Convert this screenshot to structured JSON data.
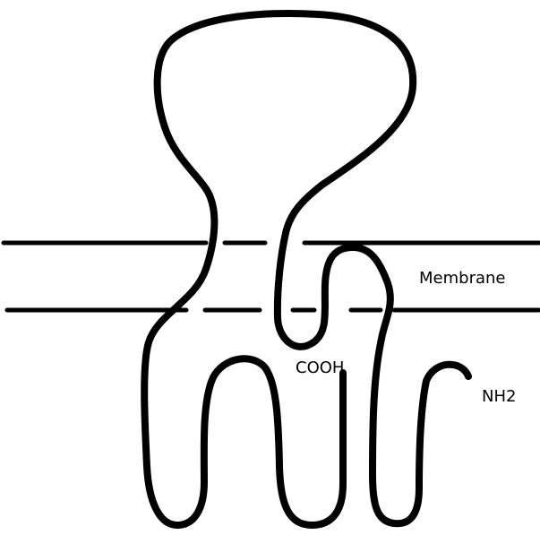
{
  "labels": {
    "membrane": "Membrane",
    "cooh": "COOH",
    "nh2": "NH2"
  },
  "colors": {
    "stroke": "#000000",
    "background": "#ffffff"
  }
}
